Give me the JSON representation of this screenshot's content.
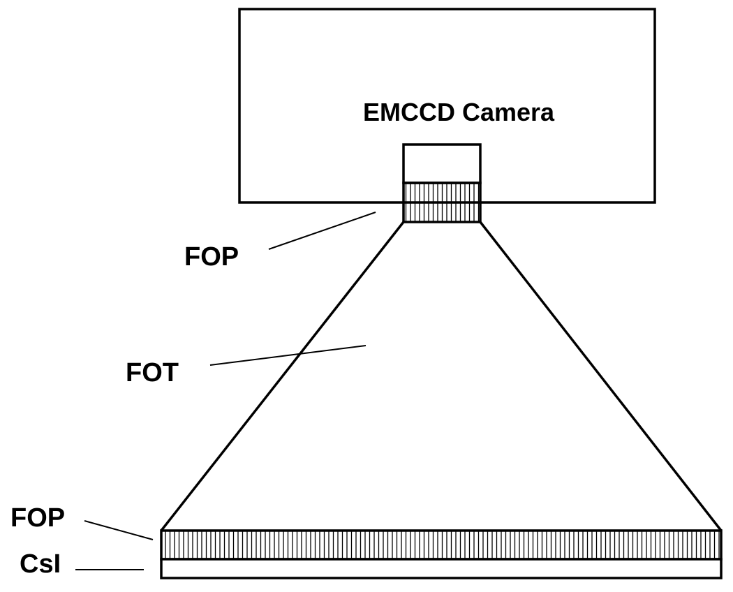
{
  "labels": {
    "camera": "EMCCD Camera",
    "fop_top": "FOP",
    "fot": "FOT",
    "fop_bottom": "FOP",
    "csi": "CsI"
  },
  "colors": {
    "line": "#000000",
    "background": "#ffffff"
  }
}
